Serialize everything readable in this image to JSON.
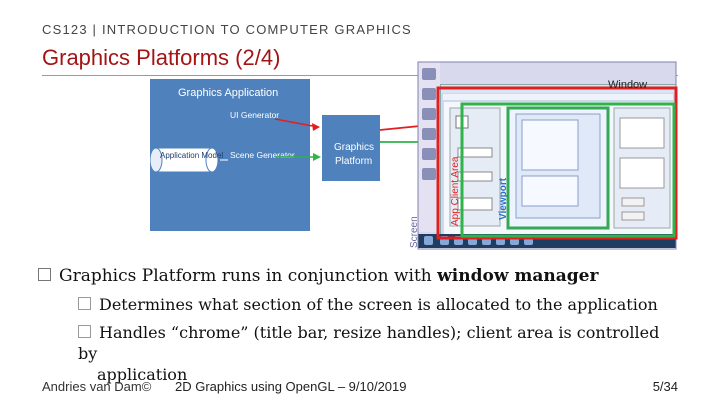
{
  "header": {
    "course": "CS123 | INTRODUCTION TO COMPUTER GRAPHICS",
    "title": "Graphics Platforms (2/4)"
  },
  "diagram": {
    "app_box_title": "Graphics Application",
    "ui_generator": "UI Generator",
    "scene_generator": "Scene Generator",
    "app_model": "Application Model",
    "platform_line1": "Graphics",
    "platform_line2": "Platform"
  },
  "screenshot": {
    "window_label": "Window",
    "screen_label": "Screen",
    "client_area_label": "App Client Area",
    "viewport_label": "Viewport"
  },
  "bullets": {
    "b1_prefix": "Graphics Platform runs in conjunction with ",
    "b1_bold": "window manager",
    "b2": "Determines what section of the screen is allocated to the application",
    "b3_line1": "Handles “chrome” (title bar, resize handles); client area is controlled by",
    "b3_line2": "application"
  },
  "footer": {
    "author": "Andries van Dam©",
    "lecture": "2D Graphics using OpenGL – 9/10/2019",
    "page": "5/34"
  },
  "colors": {
    "title": "#a31515",
    "diagram_blue": "#4f81bd",
    "arrow_red": "#e02020",
    "arrow_green": "#2fb34a"
  }
}
